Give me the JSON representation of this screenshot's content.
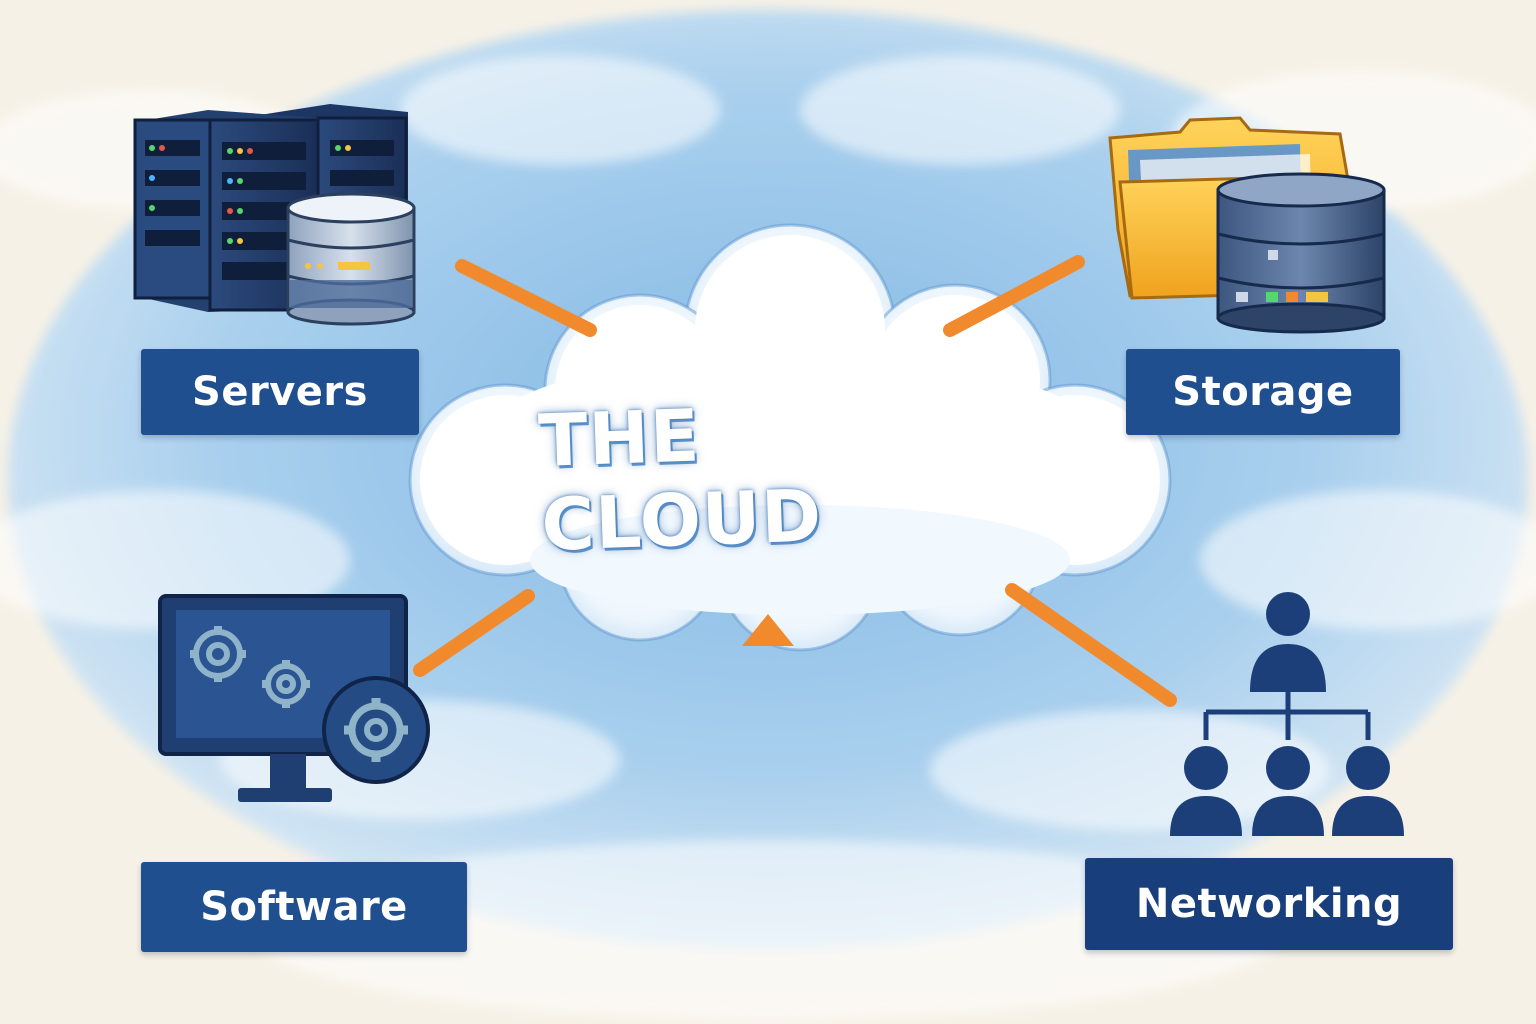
{
  "title": "THE CLOUD",
  "labels": {
    "servers": "Servers",
    "storage": "Storage",
    "software": "Software",
    "networking": "Networking"
  },
  "icons": {
    "servers": "server-rack-icon",
    "storage": "folder-database-icon",
    "software": "monitor-gears-icon",
    "networking": "people-hierarchy-icon"
  },
  "colors": {
    "label_bg": "#1f4f8f",
    "arrow": "#f08a2c",
    "cloud": "#ffffff",
    "sky": "#7fb6e6"
  }
}
